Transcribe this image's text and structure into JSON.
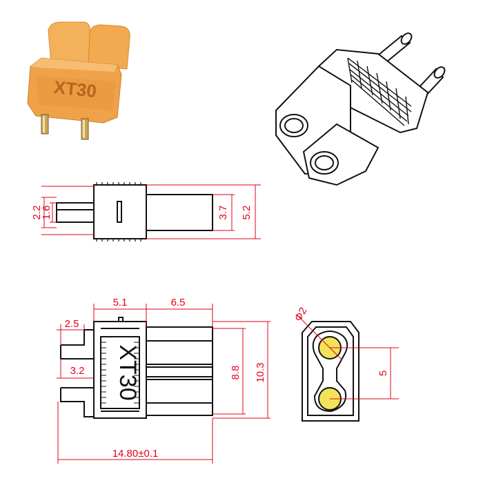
{
  "photo": {
    "embossed_text": "XT30"
  },
  "side_view": {
    "dim_a": "2.2",
    "dim_b": "1.6",
    "dim_c": "3.7",
    "dim_d": "5.2"
  },
  "top_view": {
    "dim_width_a": "5.1",
    "dim_width_b": "6.5",
    "dim_pin_width": "2.5",
    "dim_pin_gap": "3.2",
    "dim_height_a": "8.8",
    "dim_height_b": "10.3",
    "dim_length": "14.80±0.1",
    "body_label": "XT30"
  },
  "front_view": {
    "dim_diameter": "Φ2",
    "dim_pitch": "5"
  },
  "colors": {
    "dimension": "#e2001a",
    "outline": "#111111",
    "connector_body": "#f2a94f",
    "contact_gold": "#f3e35a"
  }
}
